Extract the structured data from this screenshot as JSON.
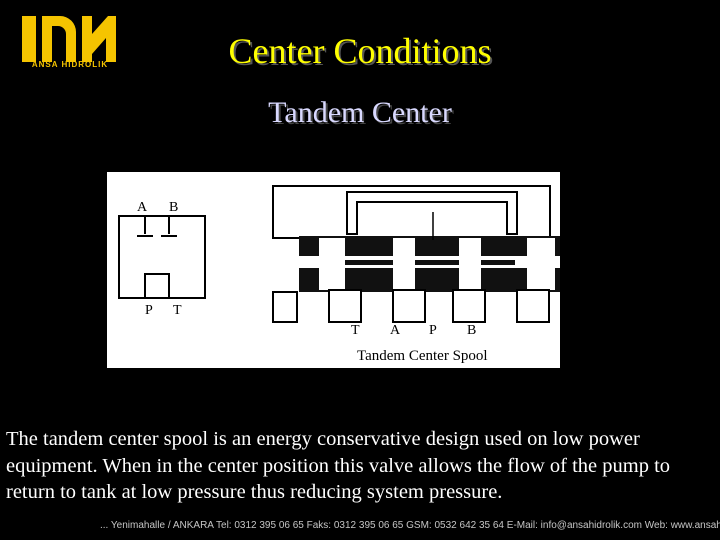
{
  "header": {
    "logo_text": "ANSA HIDROLIK",
    "title": "Center Conditions",
    "subtitle": "Tandem Center"
  },
  "figure": {
    "symbol_labels": {
      "a": "A",
      "b": "B",
      "p": "P",
      "t": "T"
    },
    "spool_ports": [
      "T",
      "A",
      "P",
      "B"
    ],
    "caption": "Tandem Center Spool"
  },
  "body": {
    "paragraph": "The tandem center spool is an energy conservative design used on low power equipment.  When in the center position this valve allows the flow of the pump to return to tank at low pressure thus reducing system pressure."
  },
  "footer": {
    "contact": "... Yenimahalle / ANKARA  Tel: 0312 395 06 65  Faks: 0312 395 06 65  GSM: 0532 642 35 64  E-Mail: info@ansahidrolik.com  Web: www.ansahidrolik.com"
  },
  "colors": {
    "background": "#000000",
    "title": "#ffff00",
    "subtitle": "#d9d9ff",
    "logo": "#f5c400"
  }
}
